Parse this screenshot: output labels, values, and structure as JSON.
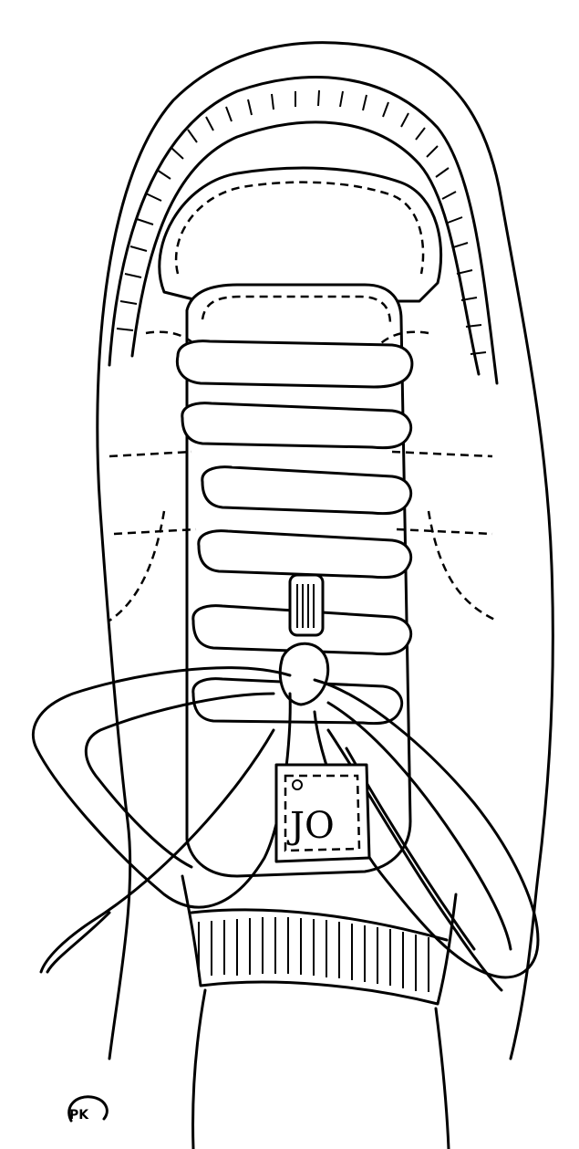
{
  "artwork": {
    "subject": "sneaker-top-view-line-drawing",
    "style": "black ink outline coloring page",
    "background_color": "#ffffff",
    "line_color": "#000000",
    "tongue_tag": {
      "text": "JO"
    },
    "signature": {
      "text": "PK"
    }
  }
}
